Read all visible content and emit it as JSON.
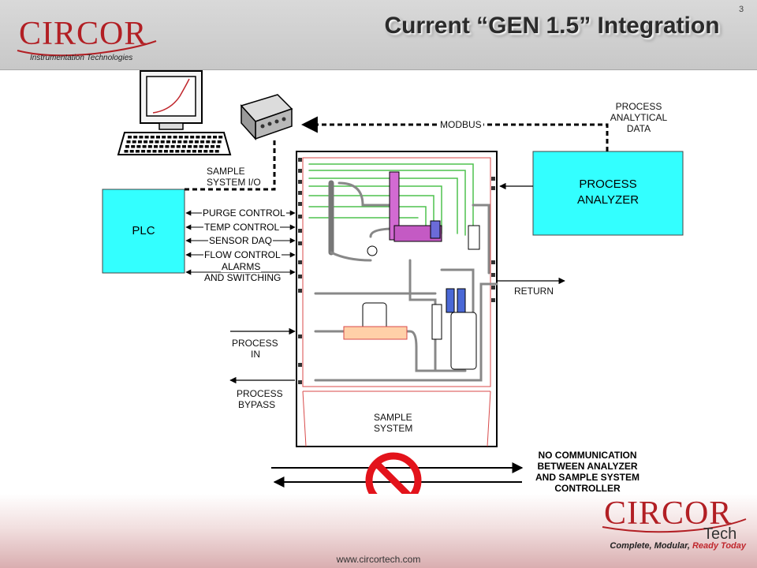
{
  "slide": {
    "title": "Current “GEN 1.5” Integration",
    "page_number": "3"
  },
  "logo_top": {
    "brand": "CIRCOR",
    "subtitle": "Instrumentation Technologies"
  },
  "logo_bottom": {
    "brand": "CIRCOR",
    "sub": "Tech"
  },
  "diagram": {
    "plc_label": "PLC",
    "analyzer_label_line1": "PROCESS",
    "analyzer_label_line2": "ANALYZER",
    "modbus_label": "MODBUS",
    "sample_system_io_line1": "SAMPLE",
    "sample_system_io_line2": "SYSTEM I/O",
    "process_analytical_line1": "PROCESS",
    "process_analytical_line2": "ANALYTICAL",
    "process_analytical_line3": "DATA",
    "io_signals": [
      "PURGE CONTROL",
      "TEMP CONTROL",
      "SENSOR DAQ",
      "FLOW CONTROL",
      "ALARMS",
      "AND SWITCHING"
    ],
    "return_label": "RETURN",
    "process_in_line1": "PROCESS",
    "process_in_line2": "IN",
    "process_bypass_line1": "PROCESS",
    "process_bypass_line2": "BYPASS",
    "sample_system_line1": "SAMPLE",
    "sample_system_line2": "SYSTEM",
    "no_comm_line1": "NO COMMUNICATION",
    "no_comm_line2": "BETWEEN ANALYZER",
    "no_comm_line3": "AND SAMPLE SYSTEM",
    "no_comm_line4": "CONTROLLER"
  },
  "colors": {
    "brand_red": "#b21f24",
    "box_fill": "#33ffff",
    "prohibit_red": "#e3131b",
    "tubing_green": "#4ec24e",
    "cabinet_red": "#d84a4a"
  },
  "footer": {
    "url": "www.circortech.com",
    "tagline_part1": "Complete, Modular, ",
    "tagline_part2": "Ready Today"
  }
}
